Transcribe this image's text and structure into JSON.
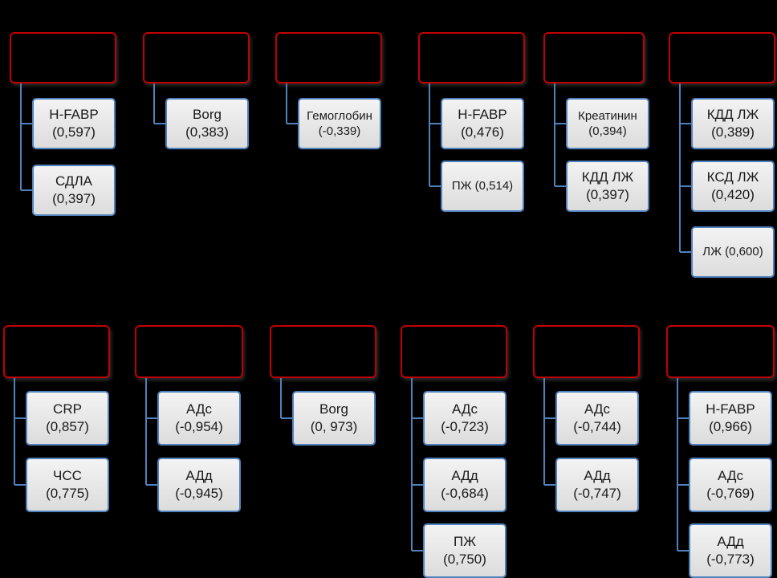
{
  "slide": {
    "background": "#000000",
    "parent_border_color": "#c00000",
    "child_border_color": "#4f81bd",
    "connector_color": "#4f81bd"
  },
  "rows": [
    {
      "groups": [
        {
          "children": [
            {
              "line1": "H-FABP",
              "line2": "(0,597)"
            },
            {
              "line1": "СДЛА",
              "line2": "(0,397)"
            }
          ]
        },
        {
          "children": [
            {
              "line1": "Borg",
              "line2": "(0,383)"
            }
          ]
        },
        {
          "children": [
            {
              "line1": "Гемоглобин",
              "line2": "(-0,339)"
            }
          ]
        },
        {
          "children": [
            {
              "line1": "H-FABP",
              "line2": "(0,476)"
            },
            {
              "line1": "ПЖ (0,514)",
              "line2": ""
            }
          ]
        },
        {
          "children": [
            {
              "line1": "Креатинин",
              "line2": "(0,394)"
            },
            {
              "line1": "КДД ЛЖ",
              "line2": "(0,397)"
            }
          ]
        },
        {
          "children": [
            {
              "line1": "КДД ЛЖ",
              "line2": "(0,389)"
            },
            {
              "line1": "КСД ЛЖ",
              "line2": "(0,420)"
            },
            {
              "line1": "ЛЖ (0,600)",
              "line2": ""
            }
          ]
        }
      ]
    },
    {
      "groups": [
        {
          "children": [
            {
              "line1": "CRP",
              "line2": "(0,857)"
            },
            {
              "line1": "ЧСС",
              "line2": "(0,775)"
            }
          ]
        },
        {
          "children": [
            {
              "line1": "АДс",
              "line2": "(-0,954)"
            },
            {
              "line1": "АДд",
              "line2": "(-0,945)"
            }
          ]
        },
        {
          "children": [
            {
              "line1": "Borg",
              "line2": "(0, 973)"
            }
          ]
        },
        {
          "children": [
            {
              "line1": "АДс",
              "line2": "(-0,723)"
            },
            {
              "line1": "АДд",
              "line2": "(-0,684)"
            },
            {
              "line1": "ПЖ",
              "line2": "(0,750)"
            }
          ]
        },
        {
          "children": [
            {
              "line1": "АДс",
              "line2": "(-0,744)"
            },
            {
              "line1": "АДд",
              "line2": "(-0,747)"
            }
          ]
        },
        {
          "children": [
            {
              "line1": "H-FABP",
              "line2": "(0,966)"
            },
            {
              "line1": "АДс",
              "line2": "(-0,769)"
            },
            {
              "line1": "АДд",
              "line2": "(-0,773)"
            }
          ]
        }
      ]
    }
  ]
}
